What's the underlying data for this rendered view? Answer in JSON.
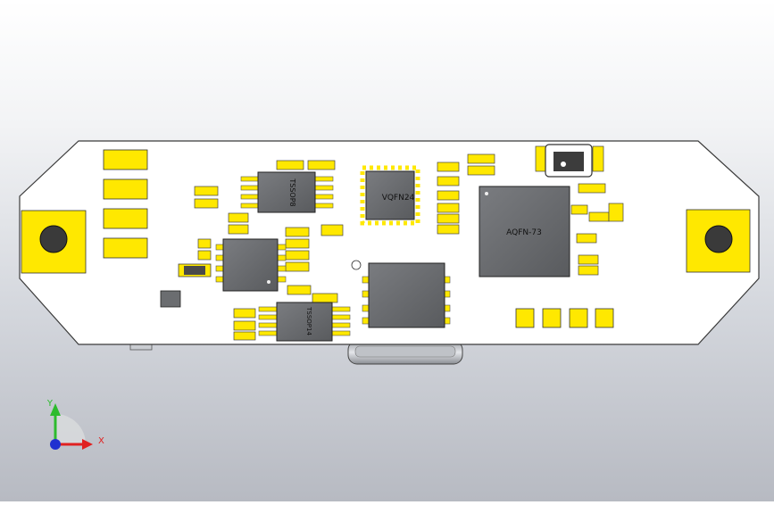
{
  "board": {
    "chips": {
      "tssop_top": "TSSOP8",
      "vqfn": "VQFN24",
      "aqfn": "AQFN-73",
      "tssop_bottom": "TSSOP14"
    }
  },
  "triad": {
    "y": "Y",
    "x": "X"
  },
  "colors": {
    "background_top": "#ffffff",
    "background_bottom": "#b7bac2",
    "pcb": "#ffffff",
    "pad": "#ffe800",
    "chip": "#6e7073",
    "axis_y": "#2dbb2d",
    "axis_x": "#e02020",
    "axis_z": "#2030d0"
  }
}
